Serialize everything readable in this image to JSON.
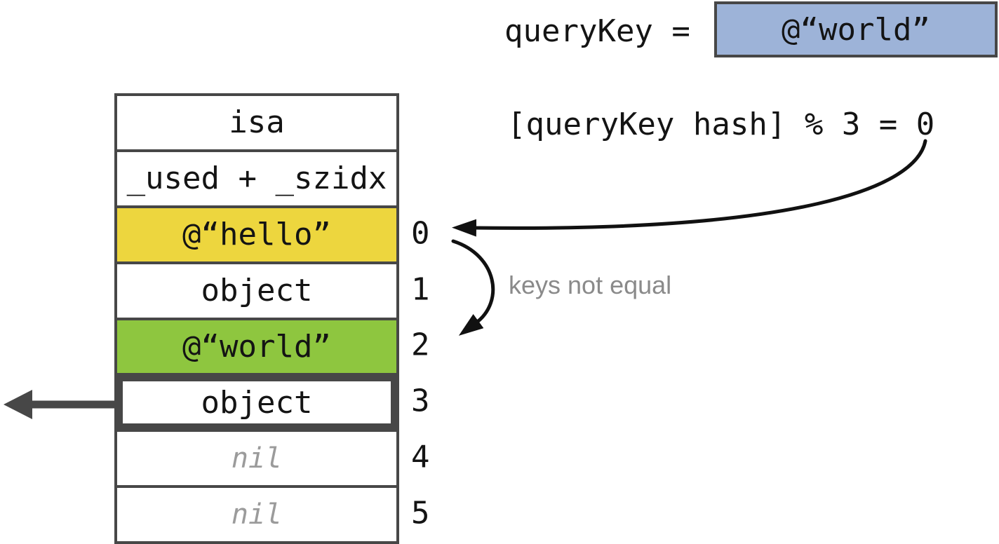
{
  "title": "dictionary hash table lookup diagram",
  "colors": {
    "key_hit_yellow": "#EDD63E",
    "key_match_green": "#8EC63F",
    "query_blue": "#9DB3D8",
    "structure_gray": "#474747",
    "nil_text_gray": "#9b9b9b",
    "note_gray": "#8a8a8a",
    "arrow_black": "#111111"
  },
  "query": {
    "label": "queryKey =",
    "value": "@“world”"
  },
  "hash_note": "[queryKey hash] % 3 = 0",
  "keys_note": "keys not equal",
  "table": {
    "rows": [
      {
        "label": "isa"
      },
      {
        "label": "_used + _szidx"
      },
      {
        "label": "@“hello”",
        "index": "0",
        "state": "yellow"
      },
      {
        "label": "object",
        "index": "1"
      },
      {
        "label": "@“world”",
        "index": "2",
        "state": "green"
      },
      {
        "label": "object",
        "index": "3",
        "state": "highlighted"
      },
      {
        "label": "nil",
        "index": "4",
        "state": "empty"
      },
      {
        "label": "nil",
        "index": "5",
        "state": "empty"
      }
    ]
  },
  "arrows": {
    "hash_index_arrow": "from hash expression to slot 0",
    "probe_arrow": "from slot 0 to slot 2",
    "value_pointer_arrow": "from slot 3 object out of frame left"
  }
}
